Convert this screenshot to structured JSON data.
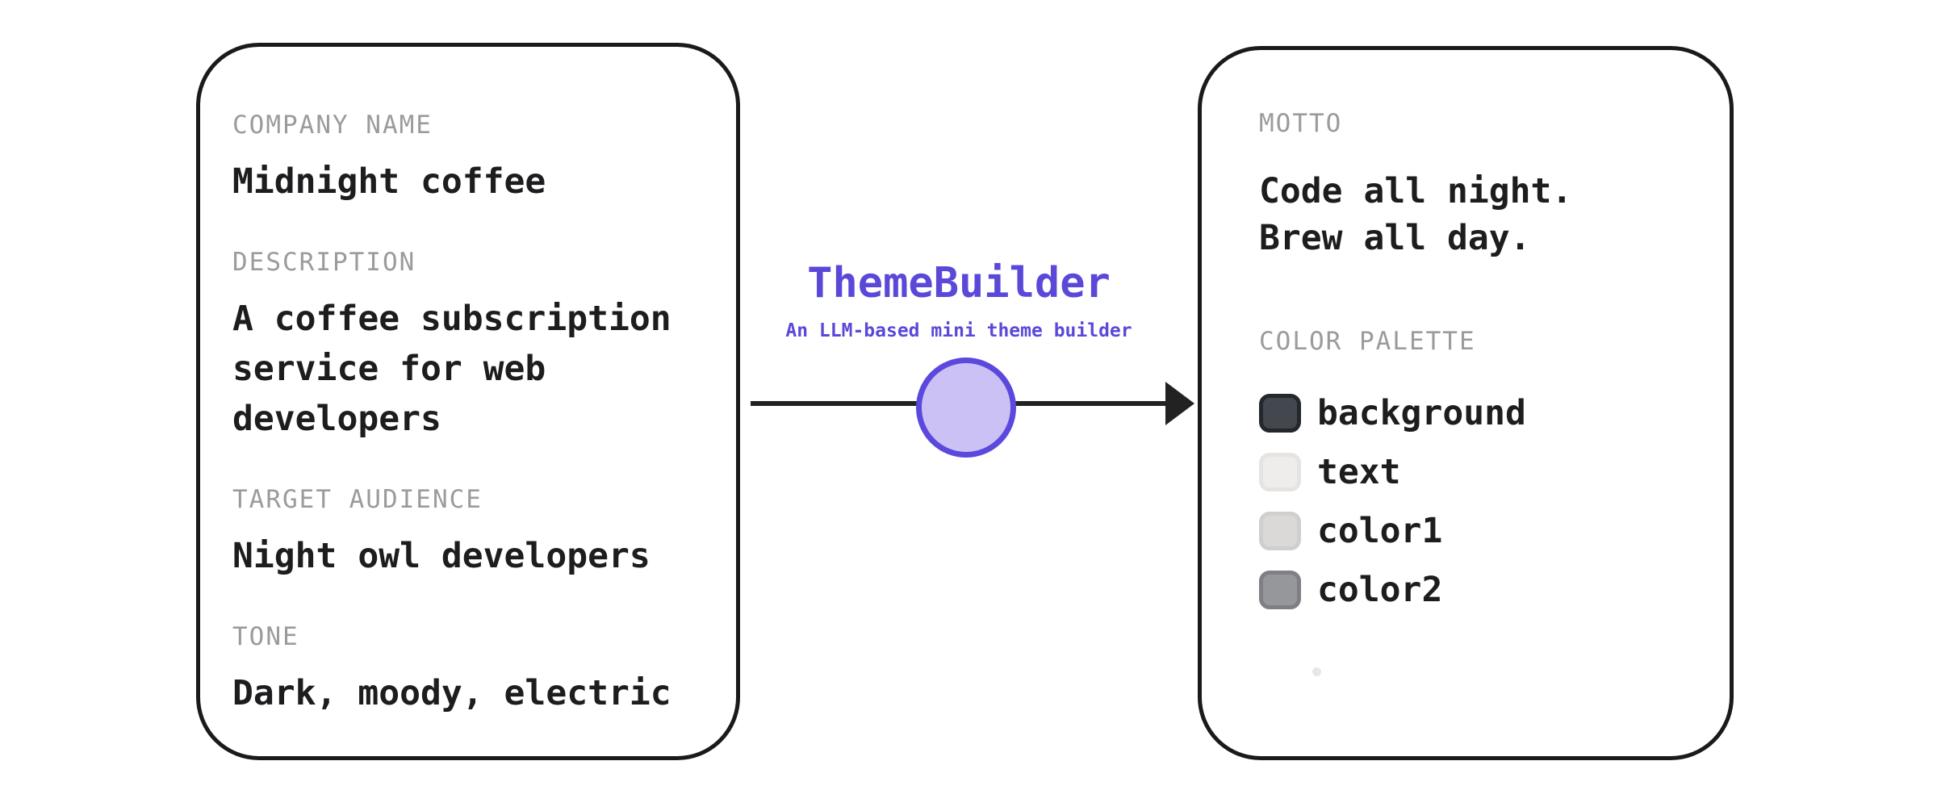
{
  "app": {
    "title": "ThemeBuilder",
    "subtitle": "An LLM-based mini theme builder"
  },
  "input_card": {
    "fields": [
      {
        "label": "COMPANY NAME",
        "value": "Midnight coffee"
      },
      {
        "label": "DESCRIPTION",
        "value": "A coffee subscription service for web developers"
      },
      {
        "label": "TARGET AUDIENCE",
        "value": "Night owl developers"
      },
      {
        "label": "TONE",
        "value": "Dark, moody, electric"
      }
    ]
  },
  "output_card": {
    "motto_label": "MOTTO",
    "motto_lines": [
      "Code all night.",
      "Brew all day."
    ],
    "palette_label": "COLOR PALETTE",
    "palette": [
      {
        "name": "background",
        "fill": "#43484f",
        "border": "#24272b"
      },
      {
        "name": "text",
        "fill": "#eeedeb",
        "border": "#e5e4e2"
      },
      {
        "name": "color1",
        "fill": "#dad9d7",
        "border": "#d0cfcd"
      },
      {
        "name": "color2",
        "fill": "#96979a",
        "border": "#7e8083"
      }
    ]
  },
  "colors": {
    "accent": "#5a49d8",
    "node_fill": "#ccc1f4",
    "node_border": "#5b48dd",
    "arrow": "#222222",
    "card_border": "#1a1a1a",
    "label_gray": "#9b9b9b",
    "text_black": "#1d1d1f"
  }
}
